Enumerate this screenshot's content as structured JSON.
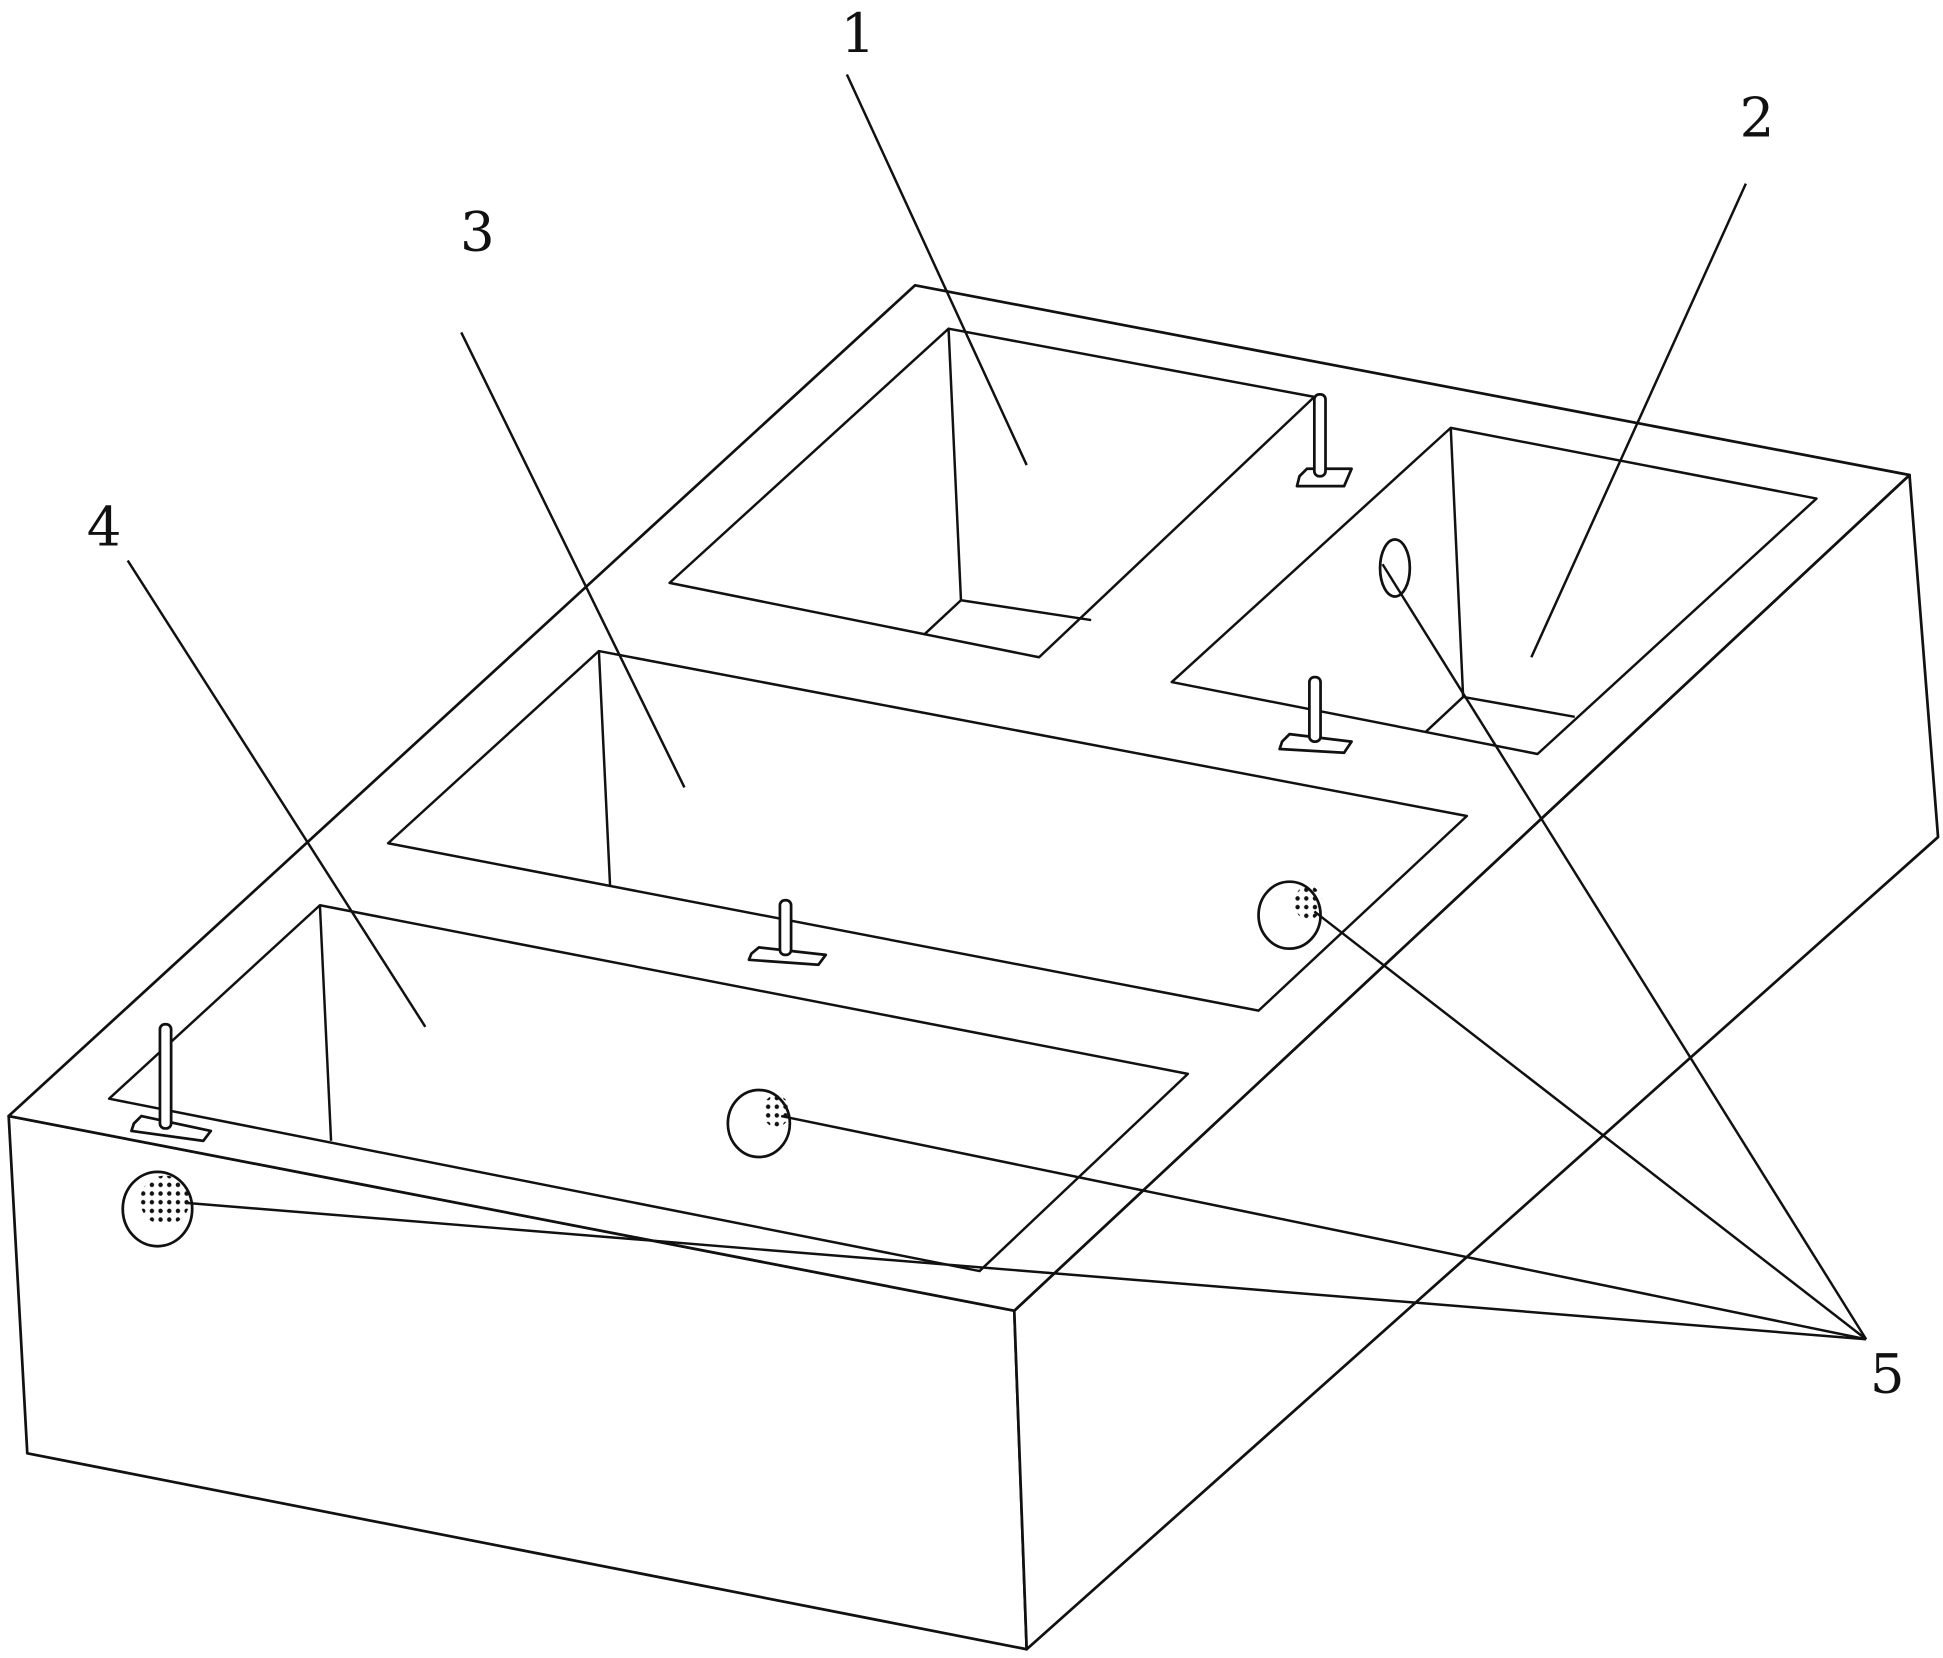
{
  "figure": {
    "labels": {
      "compartment_1": "1",
      "compartment_2": "2",
      "compartment_3": "3",
      "compartment_4": "4",
      "holes": "5"
    },
    "colors": {
      "line": "#111111",
      "background": "#ffffff"
    }
  }
}
